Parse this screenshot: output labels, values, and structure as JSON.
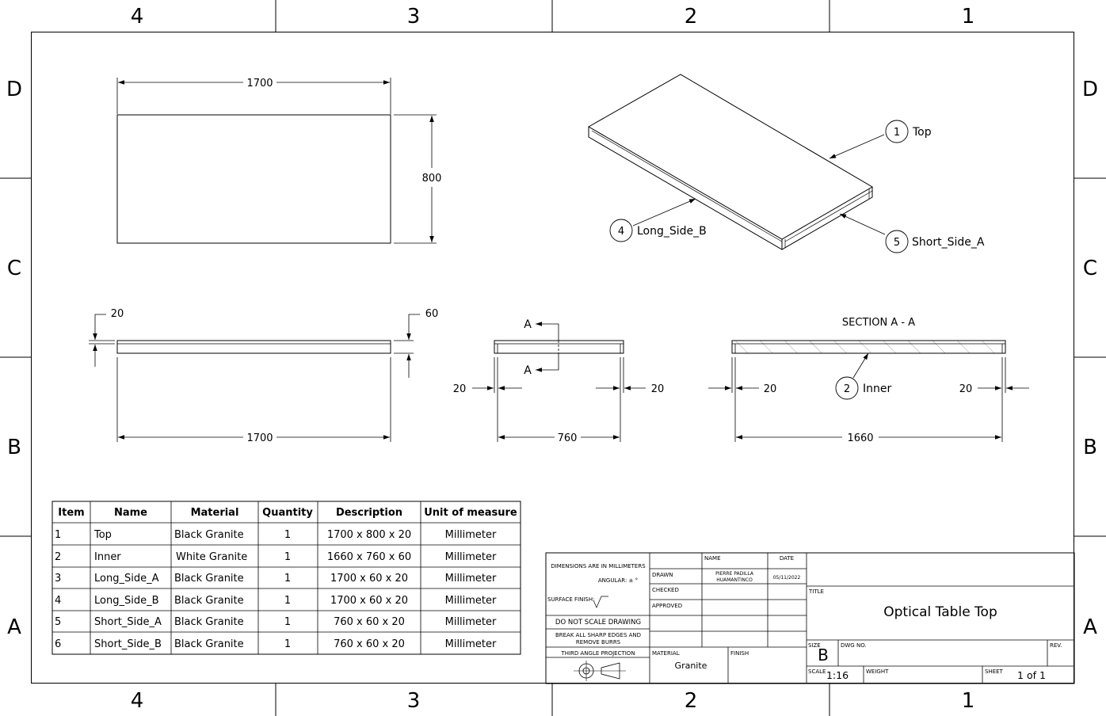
{
  "frame": {
    "col_labels": [
      "4",
      "3",
      "2",
      "1"
    ],
    "row_labels": [
      "D",
      "C",
      "B",
      "A"
    ]
  },
  "top_view": {
    "width": "1700",
    "height": "800"
  },
  "front_view": {
    "thickness_top": "20",
    "total_height": "60",
    "length": "1700"
  },
  "side_view": {
    "section_mark": "A",
    "left_wall": "20",
    "right_wall": "20",
    "width": "760"
  },
  "section_view": {
    "title": "SECTION A - A",
    "left_wall": "20",
    "right_wall": "20",
    "inner_length": "1660"
  },
  "balloons": [
    {
      "num": "1",
      "label": "Top"
    },
    {
      "num": "2",
      "label": "Inner"
    },
    {
      "num": "4",
      "label": "Long_Side_B"
    },
    {
      "num": "5",
      "label": "Short_Side_A"
    }
  ],
  "bom": {
    "headers": [
      "Item",
      "Name",
      "Material",
      "Quantity",
      "Description",
      "Unit of measure"
    ],
    "rows": [
      [
        "1",
        "Top",
        "Black Granite",
        "1",
        "1700 x 800 x 20",
        "Millimeter"
      ],
      [
        "2",
        "Inner",
        "White Granite",
        "1",
        "1660 x 760 x 60",
        "Millimeter"
      ],
      [
        "3",
        "Long_Side_A",
        "Black Granite",
        "1",
        "1700 x 60 x 20",
        "Millimeter"
      ],
      [
        "4",
        "Long_Side_B",
        "Black Granite",
        "1",
        "1700 x 60 x 20",
        "Millimeter"
      ],
      [
        "5",
        "Short_Side_A",
        "Black Granite",
        "1",
        "760 x 60 x 20",
        "Millimeter"
      ],
      [
        "6",
        "Short_Side_B",
        "Black Granite",
        "1",
        "760 x 60 x 20",
        "Millimeter"
      ]
    ]
  },
  "title_block": {
    "dims_note": "DIMENSIONS ARE IN MILLIMETERS",
    "angular": "ANGULAR: ± °",
    "surface_finish": "SURFACE FINISH:",
    "do_not_scale": "DO NOT SCALE DRAWING",
    "break_edges_1": "BREAK ALL SHARP EDGES AND",
    "break_edges_2": "REMOVE BURRS",
    "projection": "THIRD ANGLE PROJECTION",
    "name_header": "NAME",
    "date_header": "DATE",
    "drawn": "DRAWN",
    "drawn_name_1": "PIERRE PADILLA",
    "drawn_name_2": "HUAMANTINCO",
    "drawn_date": "05/11/2022",
    "checked": "CHECKED",
    "approved": "APPROVED",
    "material_label": "MATERIAL",
    "material_value": "Granite",
    "finish_label": "FINISH",
    "title_label": "TITLE",
    "title_value": "Optical Table Top",
    "size_label": "SIZE",
    "size_value": "B",
    "dwg_label": "DWG NO.",
    "rev_label": "REV.",
    "scale_label": "SCALE",
    "scale_value": "1:16",
    "weight_label": "WEIGHT",
    "sheet_label": "SHEET",
    "sheet_value": "1 of 1"
  }
}
